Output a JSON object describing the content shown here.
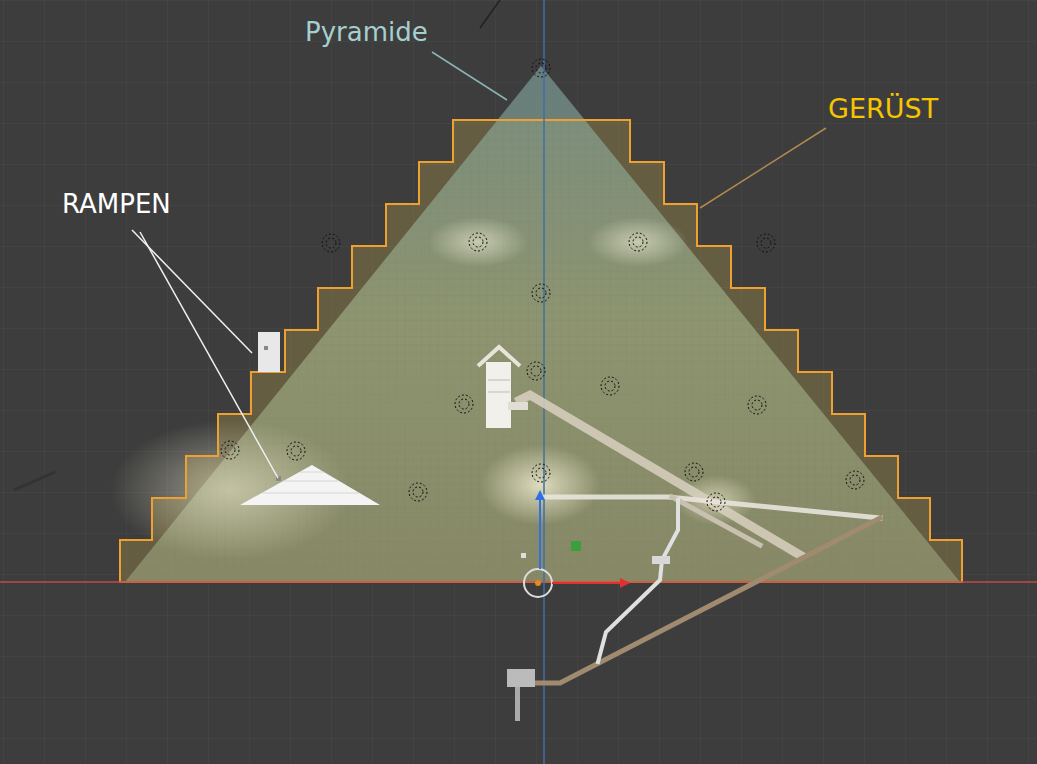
{
  "diagram": {
    "labels": [
      "Pyramide",
      "GERÜST",
      "RAMPEN"
    ]
  }
}
